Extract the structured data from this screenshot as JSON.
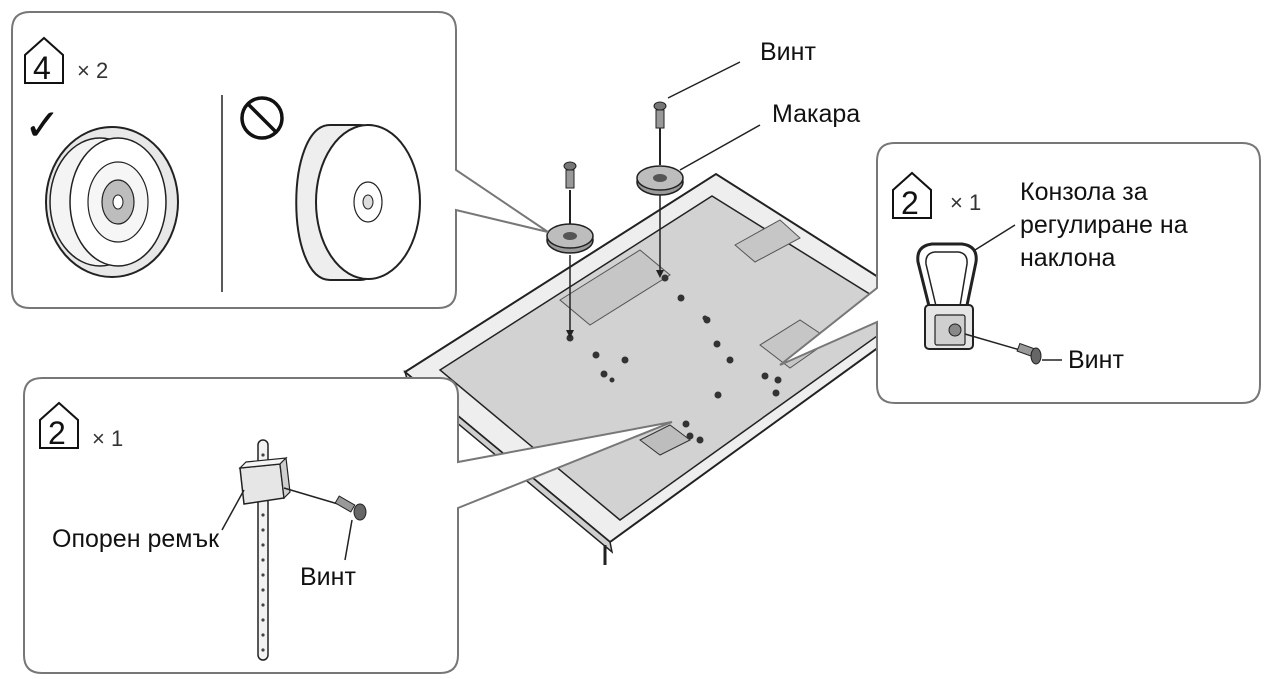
{
  "main_labels": {
    "screw_top": "Винт",
    "pulley": "Макара"
  },
  "panel_pulley": {
    "part_number": "4",
    "quantity": "× 2",
    "correct_mark": "✓",
    "wrong_mark": "prohibited-icon"
  },
  "panel_bracket": {
    "part_number": "2",
    "quantity": "× 1",
    "label_line1": "Конзола за",
    "label_line2": "регулиране на",
    "label_line3": "наклона",
    "screw_label": "Винт"
  },
  "panel_belt": {
    "part_number": "2",
    "quantity": "× 1",
    "belt_label": "Опорен ремък",
    "screw_label": "Винт"
  },
  "colors": {
    "line": "#222222",
    "panel_border": "#777777",
    "tv_back": "#d0d0d0",
    "tv_frame": "#eeeeee",
    "pulley_gray": "#bdbdbd"
  }
}
